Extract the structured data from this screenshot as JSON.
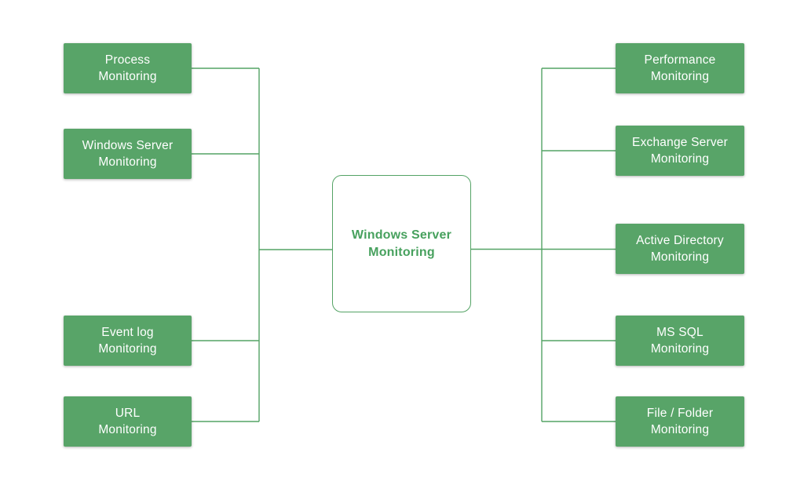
{
  "colors": {
    "node_fill": "#58a468",
    "node_text": "#ffffff",
    "line": "#54a365",
    "center_text": "#47a15e",
    "background": "#ffffff"
  },
  "center": {
    "line1": "Windows Server",
    "line2": "Monitoring"
  },
  "left_nodes": [
    {
      "line1": "Process",
      "line2": "Monitoring"
    },
    {
      "line1": "Windows Server",
      "line2": "Monitoring"
    },
    {
      "line1": "Event log",
      "line2": "Monitoring"
    },
    {
      "line1": "URL",
      "line2": "Monitoring"
    }
  ],
  "right_nodes": [
    {
      "line1": "Performance",
      "line2": "Monitoring"
    },
    {
      "line1": "Exchange Server",
      "line2": "Monitoring"
    },
    {
      "line1": "Active Directory",
      "line2": "Monitoring"
    },
    {
      "line1": "MS SQL",
      "line2": "Monitoring"
    },
    {
      "line1": "File / Folder",
      "line2": "Monitoring"
    }
  ]
}
